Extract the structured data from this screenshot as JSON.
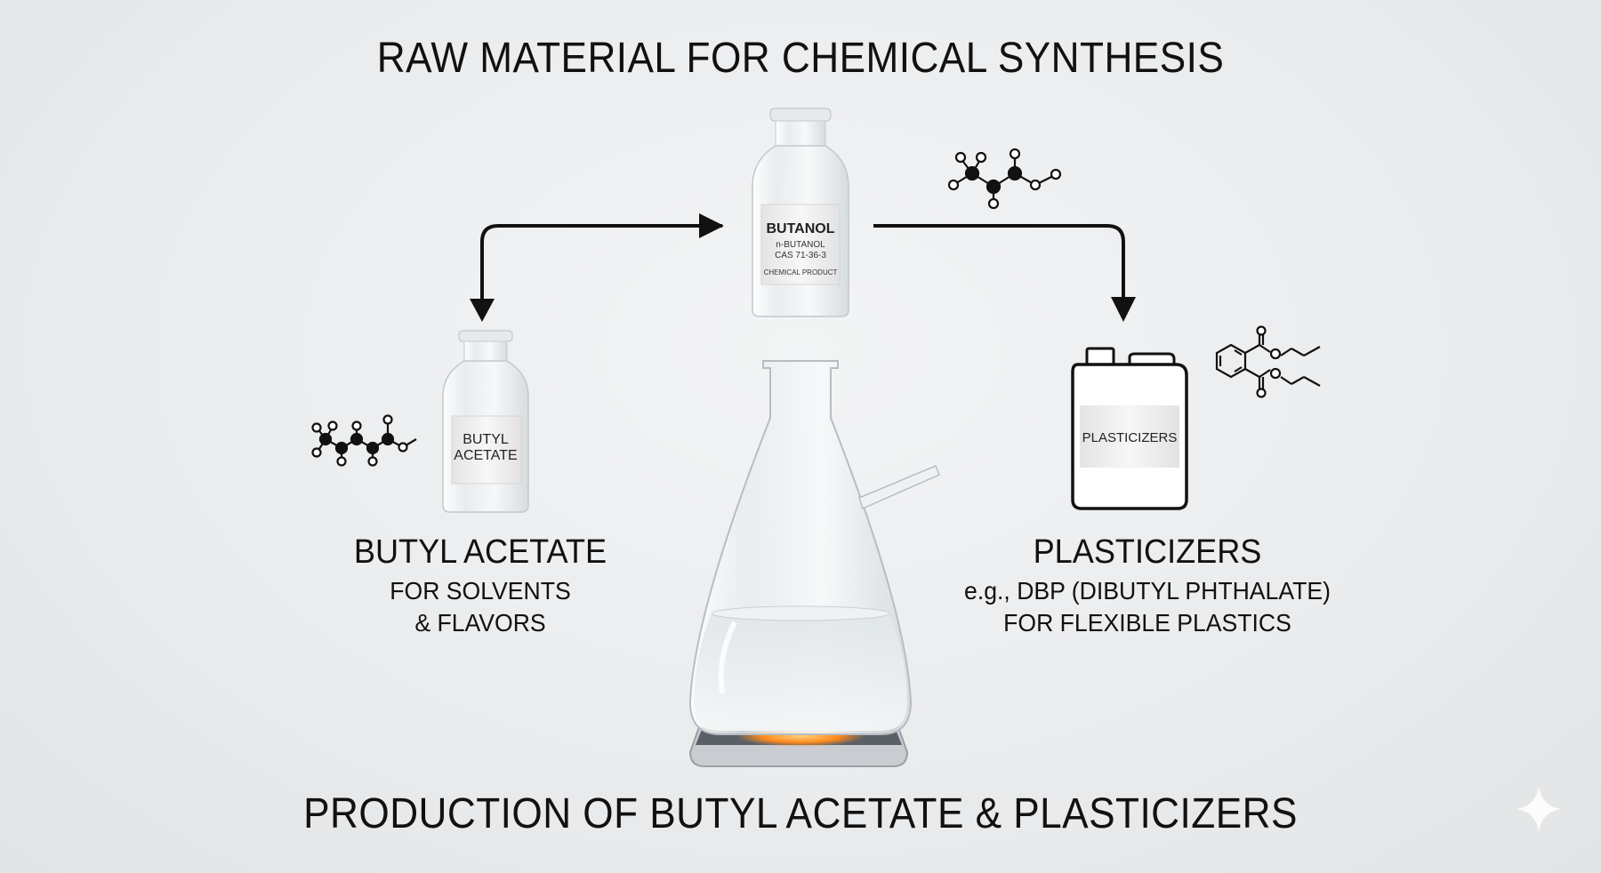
{
  "main_title": "RAW MATERIAL FOR CHEMICAL SYNTHESIS",
  "footer_title": "PRODUCTION OF BUTYL ACETATE & PLASTICIZERS",
  "butanol_bottle": {
    "name": "BUTANOL",
    "line1": "n-BUTANOL",
    "line2": "CAS 71-36-3",
    "line3": "CHEMICAL PRODUCT"
  },
  "butyl_acetate_bottle": {
    "line1": "BUTYL",
    "line2": "ACETATE"
  },
  "plasticizer_container": {
    "label": "PLASTICIZERS"
  },
  "left_caption": {
    "head": "BUTYL ACETATE",
    "sub1": "FOR SOLVENTS",
    "sub2": "& FLAVORS"
  },
  "right_caption": {
    "head": "PLASTICIZERS",
    "sub1": "e.g., DBP (DIBUTYL PHTHALATE)",
    "sub2": "FOR FLEXIBLE PLASTICS"
  },
  "colors": {
    "text": "#111111",
    "arrow": "#111111",
    "flame": "#ff8a1e",
    "background": "#eceef0"
  }
}
